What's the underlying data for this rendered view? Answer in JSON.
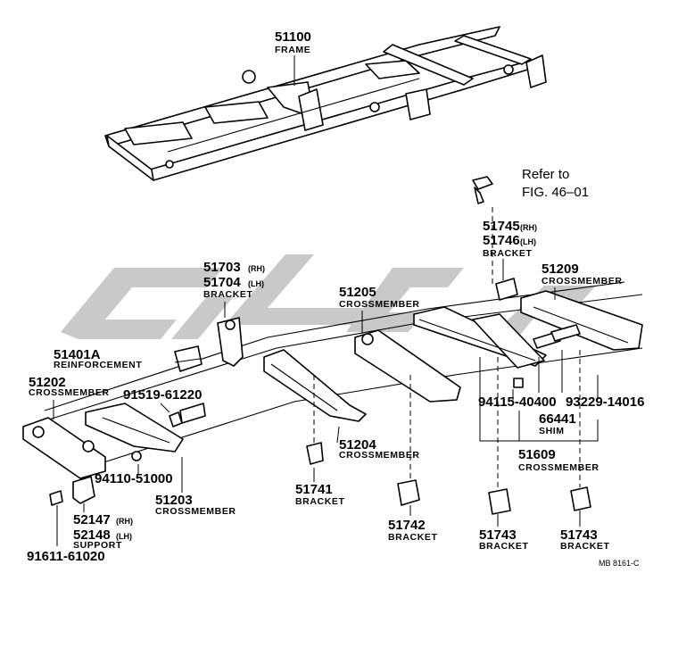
{
  "labels": {
    "frame_num": "51100",
    "frame_name": "FRAME",
    "refer_line1": "Refer to",
    "refer_line2": "FIG. 46–01",
    "b51745": "51745",
    "b51745_sfx": "(RH)",
    "b51746": "51746",
    "b51746_sfx": "(LH)",
    "b5174x_name": "BRACKET",
    "c51209": "51209",
    "c51209_name": "CROSSMEMBER",
    "b51703": "51703",
    "b51703_sfx": "(RH)",
    "b51704": "51704",
    "b51704_sfx": "(LH)",
    "b5170x_name": "BRACKET",
    "c51205": "51205",
    "c51205_name": "CROSSMEMBER",
    "r51401": "51401A",
    "r51401_name": "REINFORCEMENT",
    "c51202": "51202",
    "c51202_name": "CROSSMEMBER",
    "p91519": "91519-61220",
    "p94115": "94115-40400",
    "p93229": "93229-14016",
    "s66441": "66441",
    "s66441_name": "SHIM",
    "c51204": "51204",
    "c51204_name": "CROSSMEMBER",
    "c51609": "51609",
    "c51609_name": "CROSSMEMBER",
    "p94110": "94110-51000",
    "c51203": "51203",
    "c51203_name": "CROSSMEMBER",
    "b51741": "51741",
    "b51741_name": "BRACKET",
    "b51742": "51742",
    "b51742_name": "BRACKET",
    "b51743a": "51743",
    "b51743a_name": "BRACKET",
    "b51743b": "51743",
    "b51743b_name": "BRACKET",
    "s52147": "52147",
    "s52147_sfx": "(RH)",
    "s52148": "52148",
    "s52148_sfx": "(LH)",
    "s5214x_name": "SUPPORT",
    "p91611": "91611-61020",
    "fig_code": "MB 8161-C"
  },
  "icons": {
    "watermark": "watermark-logo",
    "refer_part": "bracket-icon"
  }
}
